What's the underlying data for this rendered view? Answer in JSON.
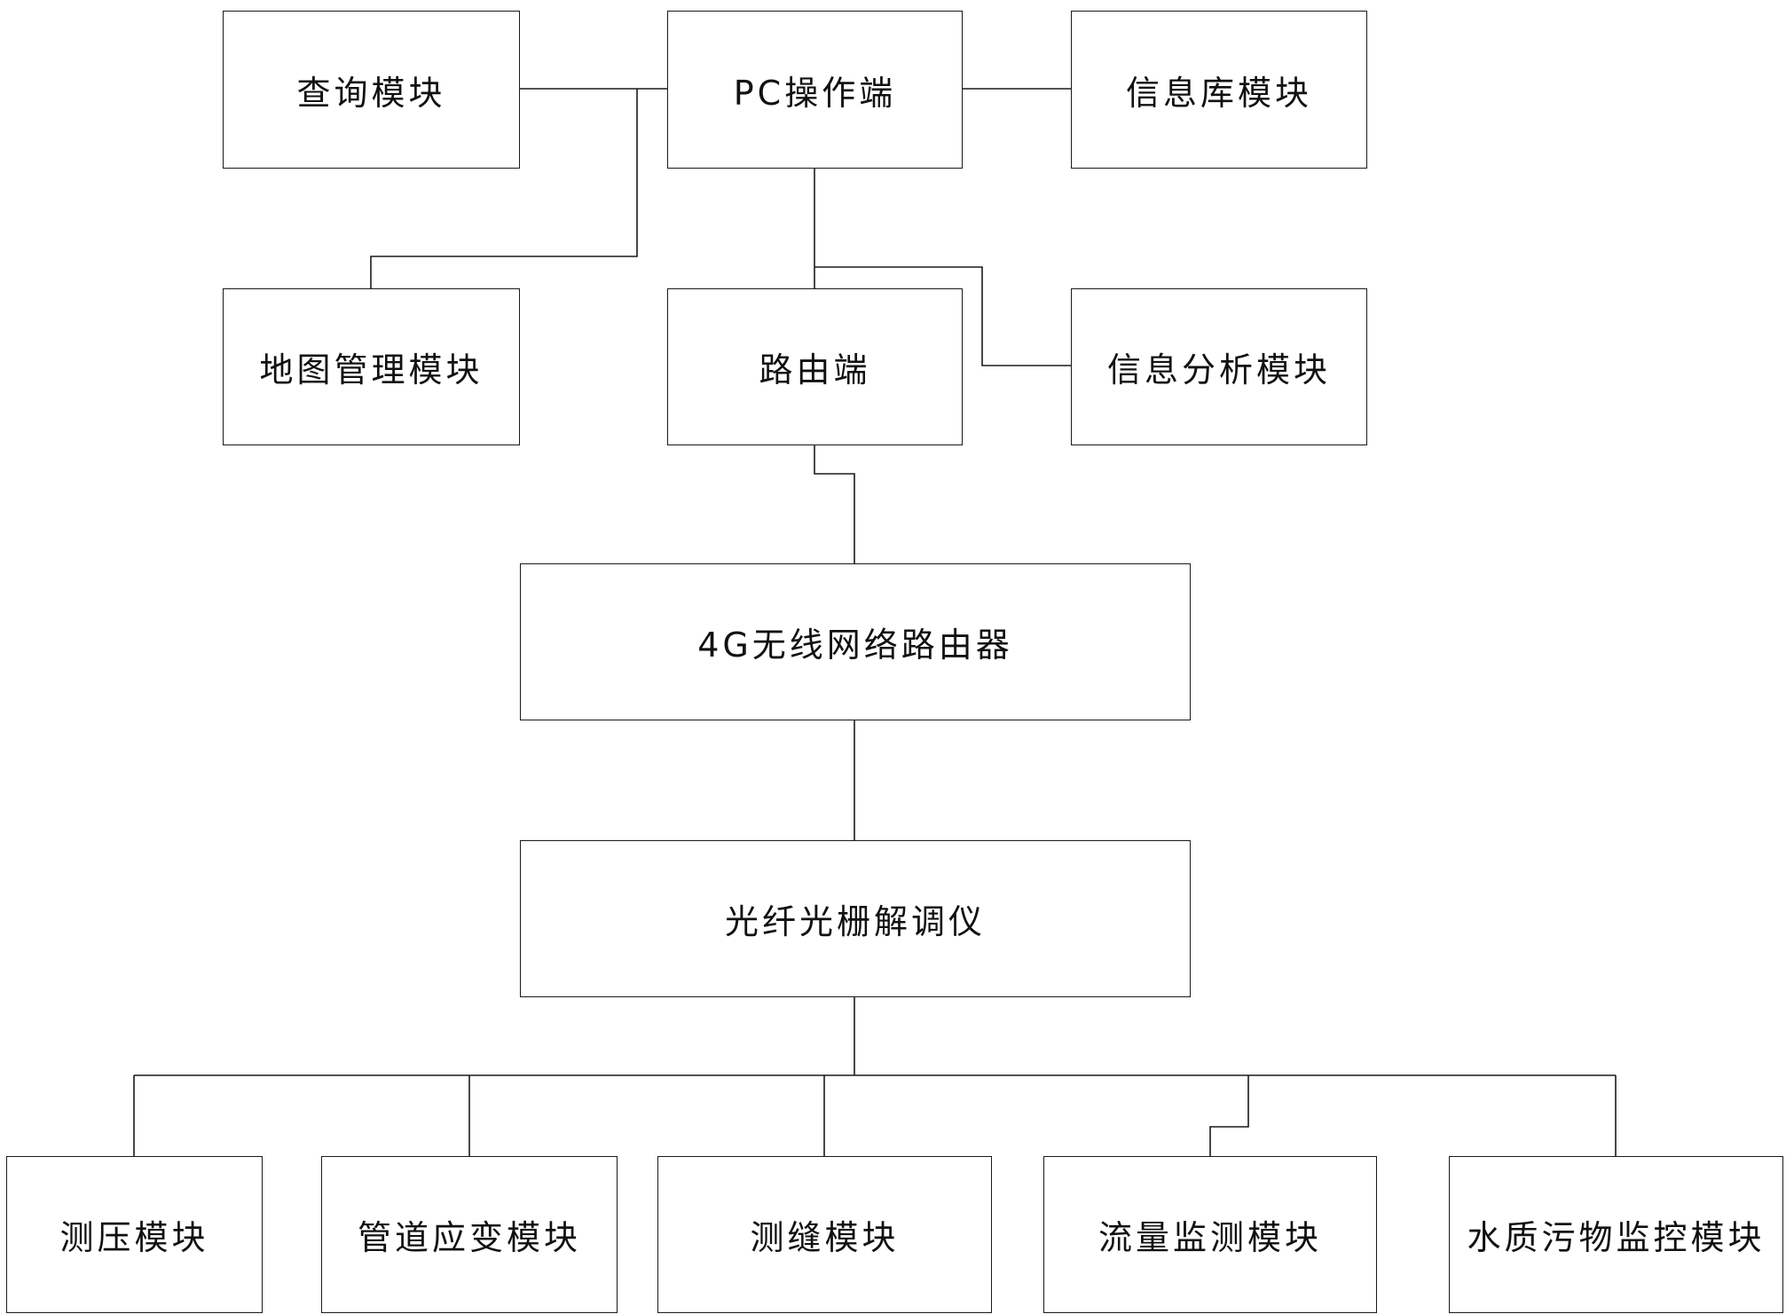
{
  "diagram": {
    "nodes": {
      "query": {
        "label": "查询模块"
      },
      "pc": {
        "label": "PC操作端"
      },
      "infodb": {
        "label": "信息库模块"
      },
      "map": {
        "label": "地图管理模块"
      },
      "router": {
        "label": "路由端"
      },
      "analysis": {
        "label": "信息分析模块"
      },
      "wireless": {
        "label": "4G无线网络路由器"
      },
      "demod": {
        "label": "光纤光栅解调仪"
      },
      "pressure": {
        "label": "测压模块"
      },
      "strain": {
        "label": "管道应变模块"
      },
      "gap": {
        "label": "测缝模块"
      },
      "flow": {
        "label": "流量监测模块"
      },
      "waterquality": {
        "label": "水质污物监控模块"
      }
    },
    "edges": [
      {
        "from": "pc",
        "to": "query"
      },
      {
        "from": "pc",
        "to": "infodb"
      },
      {
        "from": "pc",
        "to": "map"
      },
      {
        "from": "pc",
        "to": "router"
      },
      {
        "from": "pc",
        "to": "analysis"
      },
      {
        "from": "router",
        "to": "wireless"
      },
      {
        "from": "wireless",
        "to": "demod"
      },
      {
        "from": "demod",
        "to": "pressure"
      },
      {
        "from": "demod",
        "to": "strain"
      },
      {
        "from": "demod",
        "to": "gap"
      },
      {
        "from": "demod",
        "to": "flow"
      },
      {
        "from": "demod",
        "to": "waterquality"
      }
    ],
    "colors": {
      "line": "#1a1a1a",
      "box_border": "#1a1a1a",
      "text": "#111111"
    }
  }
}
